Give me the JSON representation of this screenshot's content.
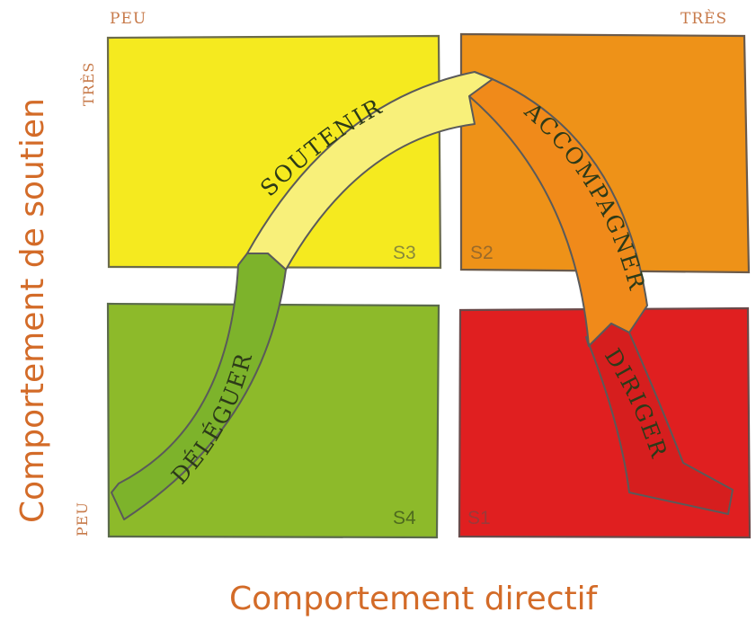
{
  "axes": {
    "x_title": "Comportement directif",
    "y_title": "Comportement de soutien",
    "x_low": "PEU",
    "x_high": "TRÈS",
    "y_high": "TRÈS",
    "y_low": "PEU"
  },
  "quadrants": [
    {
      "code": "S3",
      "color": "#f5ea1f"
    },
    {
      "code": "S2",
      "color": "#ee9218"
    },
    {
      "code": "S4",
      "color": "#8dba2a"
    },
    {
      "code": "S1",
      "color": "#e01f20"
    }
  ],
  "arrow": {
    "segments": [
      {
        "label": "SOUTENIR",
        "color": "#f8f07a"
      },
      {
        "label": "ACCOMPAGNER",
        "color": "#f08a1a"
      },
      {
        "label": "DIRIGER",
        "color": "#d61e1e"
      },
      {
        "label": "DÉLÉGUER",
        "color": "#7db32b"
      }
    ]
  },
  "accent": "#d36b28"
}
